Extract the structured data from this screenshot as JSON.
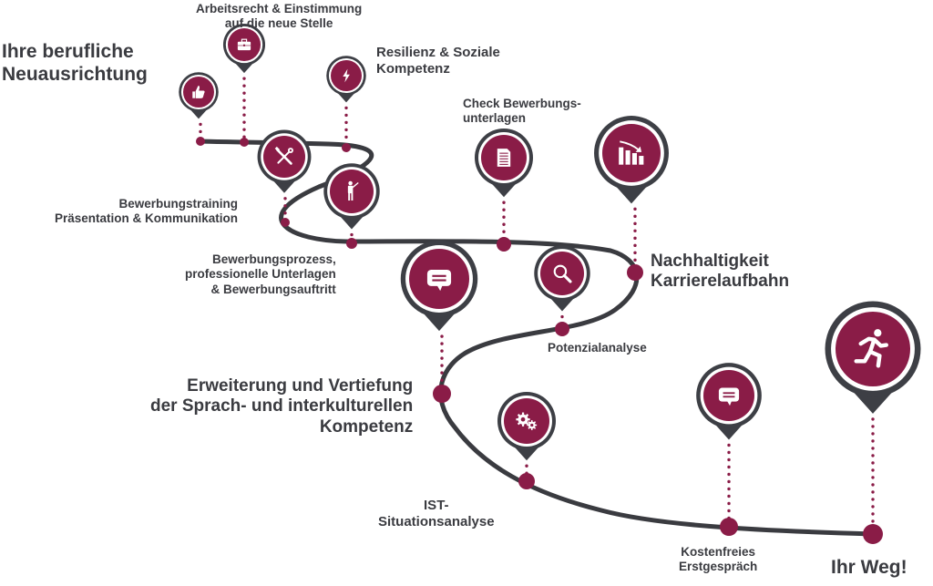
{
  "title": "Ihre berufliche\nNeuausrichtung",
  "finale": "Ihr Weg!",
  "colors": {
    "pin_fill": "#8a1c47",
    "pin_frame": "#3d3f45",
    "path_line": "#3a3b40",
    "text": "#3a3b40"
  },
  "steps": [
    {
      "label": "Kostenfreies\nErstgespräch",
      "icon": "speech-bubble-icon"
    },
    {
      "label": "IST-\nSituationsanalyse",
      "icon": "gears-icon"
    },
    {
      "label": "Erweiterung und Vertiefung\nder Sprach- und interkulturellen\nKompetenz",
      "icon": "chat-bubble-icon"
    },
    {
      "label": "Potenzialanalyse",
      "icon": "magnifier-icon"
    },
    {
      "label": "Nachhaltigkeit\nKarrierelaufbahn",
      "icon": "growth-chart-icon"
    },
    {
      "label": "Check Bewerbungs-\nunterlagen",
      "icon": "document-icon"
    },
    {
      "label": "Bewerbungsprozess,\nprofessionelle Unterlagen\n& Bewerbungsauftritt",
      "icon": "presenter-icon"
    },
    {
      "label": "Bewerbungstraining\nPräsentation & Kommunikation",
      "icon": "tools-icon"
    },
    {
      "label": "Resilienz & Soziale\nKompetenz",
      "icon": "lightning-icon"
    },
    {
      "label": "Arbeitsrecht & Einstimmung\nauf die neue Stelle",
      "icon": "briefcase-icon"
    },
    {
      "label": "",
      "icon": "thumbs-up-icon"
    }
  ],
  "start": {
    "icon": "runner-icon"
  }
}
